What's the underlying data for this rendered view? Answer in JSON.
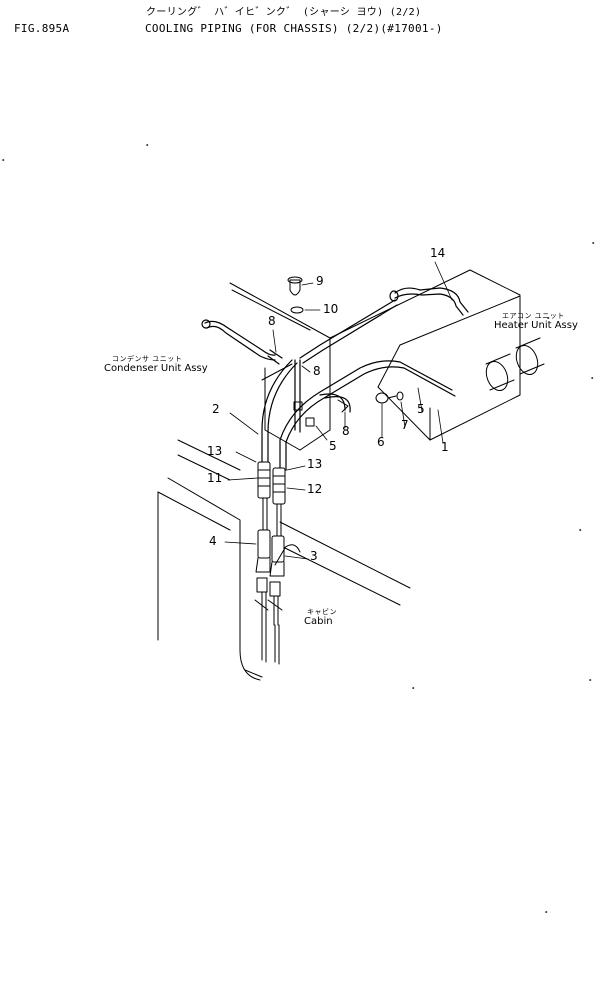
{
  "header": {
    "fig_number": "FIG.895A",
    "title_jp": "クーリング゛ ハ゛イヒ゛ンク゛ (シャーシ ヨウ) (2/2)",
    "title_en": "COOLING PIPING (FOR CHASSIS) (2/2)(#17001-)"
  },
  "labels": {
    "condenser_jp": "コンデンサ ユニット",
    "condenser_en": "Condenser Unit Assy",
    "heater_jp": "エアコン ユニット",
    "heater_en": "Heater Unit Assy",
    "cabin_jp": "キャビン",
    "cabin_en": "Cabin"
  },
  "callouts": [
    {
      "id": "c14",
      "text": "14"
    },
    {
      "id": "c9",
      "text": "9"
    },
    {
      "id": "c10",
      "text": "10"
    },
    {
      "id": "c8a",
      "text": "8"
    },
    {
      "id": "c8b",
      "text": "8"
    },
    {
      "id": "c8c",
      "text": "8"
    },
    {
      "id": "c2",
      "text": "2"
    },
    {
      "id": "c13a",
      "text": "13"
    },
    {
      "id": "c11",
      "text": "11"
    },
    {
      "id": "c13b",
      "text": "13"
    },
    {
      "id": "c12",
      "text": "12"
    },
    {
      "id": "c5a",
      "text": "5"
    },
    {
      "id": "c5b",
      "text": "5"
    },
    {
      "id": "c6",
      "text": "6"
    },
    {
      "id": "c7",
      "text": "7"
    },
    {
      "id": "c1",
      "text": "1"
    },
    {
      "id": "c4",
      "text": "4"
    },
    {
      "id": "c3",
      "text": "3"
    }
  ]
}
